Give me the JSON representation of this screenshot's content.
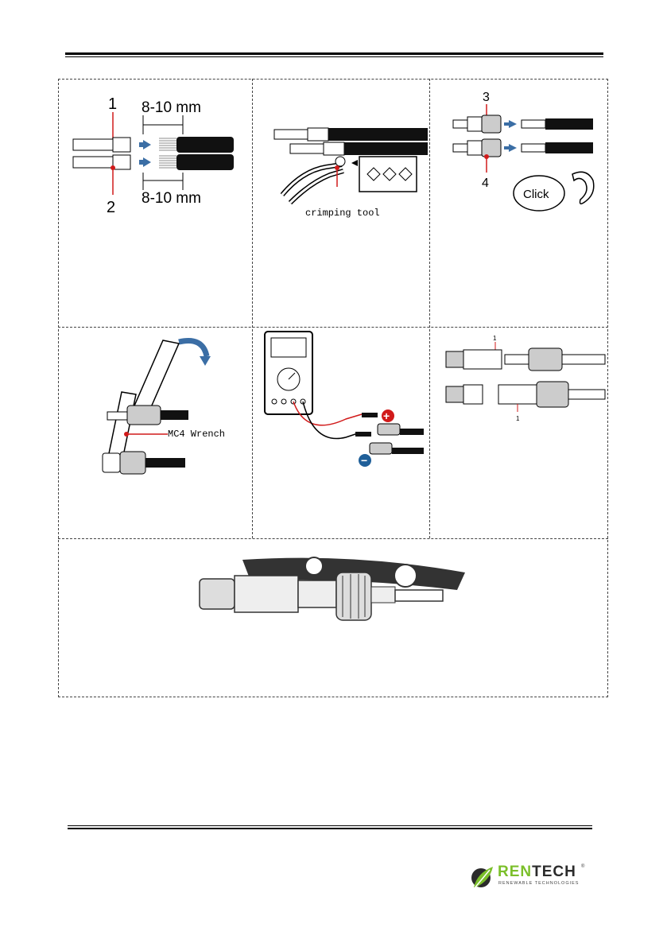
{
  "figures": {
    "strip_cable": {
      "number_1": "1",
      "number_2": "2",
      "dimension_top": "8-10 mm",
      "dimension_bottom": "8-10 mm"
    },
    "crimp": {
      "label": "crimping tool"
    },
    "insert_contact": {
      "number_3": "3",
      "number_4": "4",
      "callout": "Click"
    },
    "tighten_nut": {
      "label": "MC4 Wrench"
    },
    "measure_voltage": {
      "positive_symbol": "+",
      "negative_symbol": "−"
    },
    "labels_view": {
      "marker_top": "1",
      "marker_bottom": "1"
    }
  },
  "footer": {
    "logo_name_part1": "REN",
    "logo_name_part2": "TECH",
    "logo_tagline": "RENEWABLE TECHNOLOGIES",
    "logo_registered": "®"
  },
  "colors": {
    "arrow_blue": "#3b6ea5",
    "marker_red": "#d11a1a",
    "logo_green": "#7bbf2a",
    "logo_dark": "#2b2b2b"
  }
}
